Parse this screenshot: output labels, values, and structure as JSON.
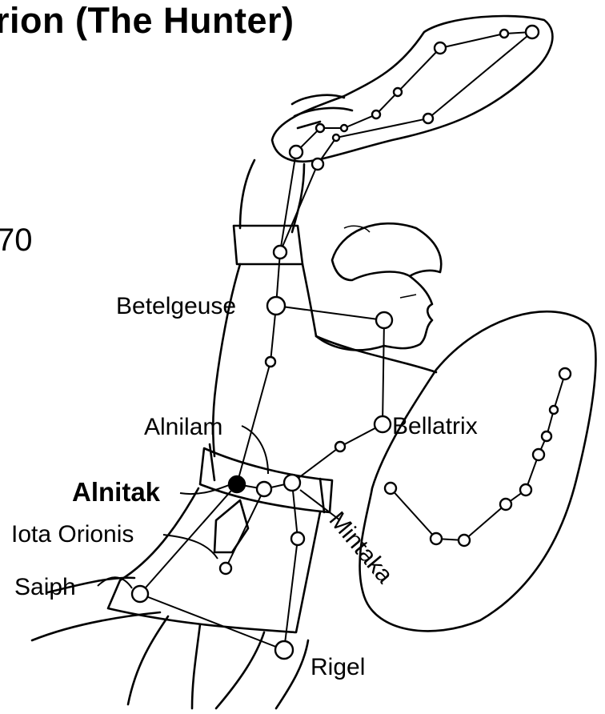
{
  "title": "rion (The Hunter)",
  "side_number": "70",
  "labels": {
    "betelgeuse": "Betelgeuse",
    "alnilam": "Alnilam",
    "bellatrix": "Bellatrix",
    "alnitak": "Alnitak",
    "iota_orionis": "Iota Orionis",
    "saiph": "Saiph",
    "mintaka": "Mintaka",
    "rigel": "Rigel"
  }
}
